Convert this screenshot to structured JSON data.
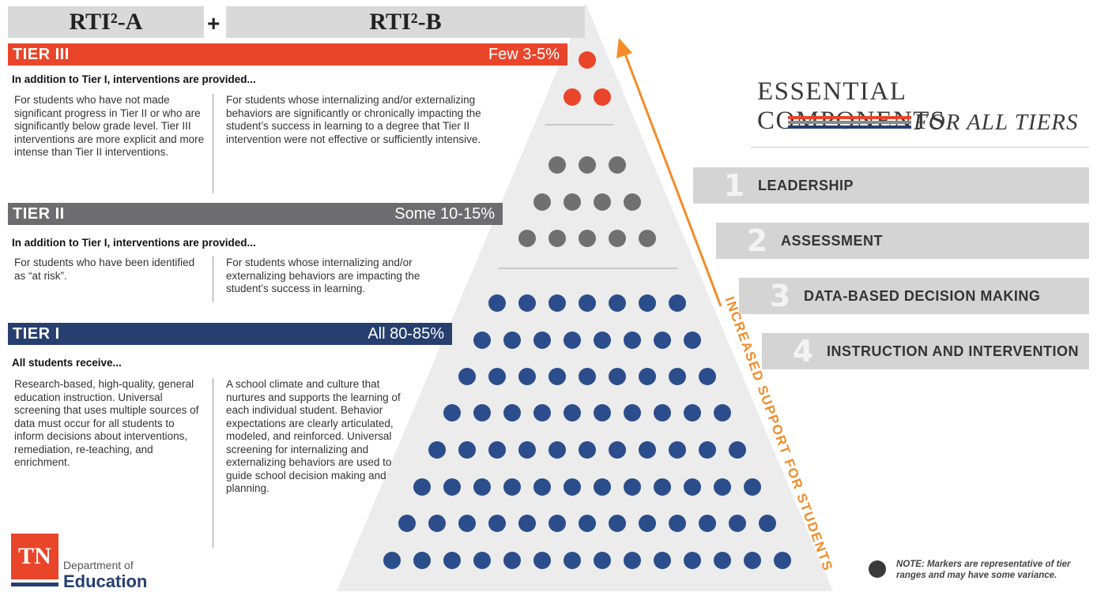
{
  "header": {
    "rti_a": "RTI²-A",
    "plus": "+",
    "rti_b": "RTI²-B"
  },
  "tiers": [
    {
      "name": "TIER III",
      "percent": "Few  3-5%",
      "intro": "In addition to Tier I, interventions are provided...",
      "col_a": "For students who have not made significant progress in Tier II or who are significantly below grade level. Tier III interventions are more explicit and more intense than Tier II interventions.",
      "col_b": "For students whose internalizing and/or externalizing behaviors are significantly or chronically impacting the student’s success in learning to a degree that Tier II intervention were not effective or sufficiently intensive."
    },
    {
      "name": "TIER II",
      "percent": "Some  10-15%",
      "intro": "In addition to Tier I, interventions are provided...",
      "col_a": "For students who have been identified as “at risk”.",
      "col_b": "For students whose internalizing and/or externalizing behaviors are impacting the student’s success in learning."
    },
    {
      "name": "TIER I",
      "percent": "All  80-85%",
      "intro": "All students receive...",
      "col_a": "Research-based, high-quality, general education instruction. Universal screening that uses multiple sources of data must occur for all students to inform decisions about interventions, remediation, re-teaching, and enrichment.",
      "col_b": "A school climate and culture that nurtures and supports the learning of each individual student. Behavior expectations are clearly articulated, modeled, and reinforced. Universal screening for internalizing and externalizing behaviors are used to guide school decision making and planning."
    }
  ],
  "pyramid": {
    "tier3_rows": [
      1,
      2
    ],
    "tier2_rows": [
      3,
      4,
      5
    ],
    "tier1_rows": [
      7,
      8,
      9,
      10,
      11,
      12,
      13,
      14
    ],
    "colors": {
      "tier3": "#e9452a",
      "tier2": "#707070",
      "tier1": "#2c4d8c",
      "pyramid": "#ececec"
    }
  },
  "side_label": "INCREASED SUPPORT FOR STUDENTS",
  "essential": {
    "title": "ESSENTIAL COMPONENTS",
    "subtitle": "FOR ALL TIERS",
    "components": [
      {
        "num": "1",
        "label": "LEADERSHIP"
      },
      {
        "num": "2",
        "label": "ASSESSMENT"
      },
      {
        "num": "3",
        "label": "DATA-BASED DECISION MAKING"
      },
      {
        "num": "4",
        "label": "INSTRUCTION AND INTERVENTION"
      }
    ]
  },
  "note": "NOTE: Markers are representative of tier ranges and may have some variance.",
  "logo": {
    "mark": "TN",
    "line1": "Department of",
    "line2": "Education"
  },
  "colors": {
    "tier3": "#e9452a",
    "tier2": "#6d6d6f",
    "tier1": "#263f6e",
    "accent": "#f28c28"
  }
}
